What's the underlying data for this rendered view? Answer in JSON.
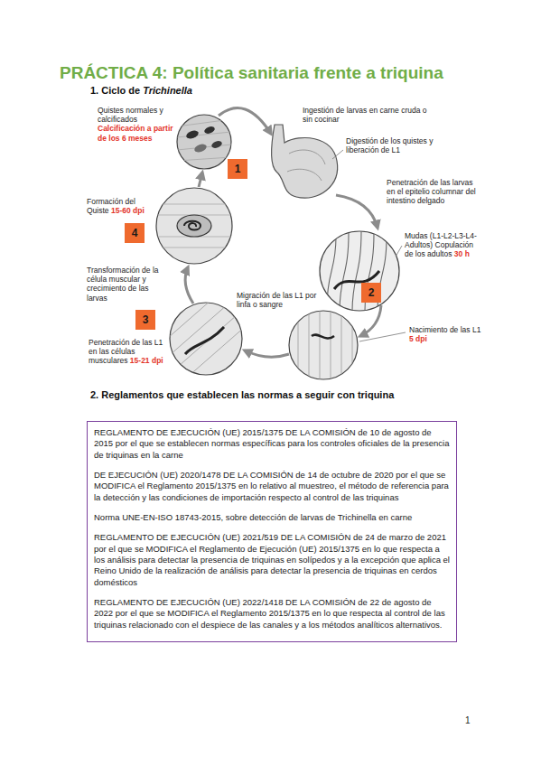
{
  "diagram": {
    "title": "PRÁCTICA 4: Política sanitaria frente a triquina",
    "nodes": [
      {
        "text": [
          "1"
        ]
      },
      {
        "text": [
          "2"
        ]
      },
      {
        "text": [
          "3"
        ]
      },
      {
        "text": [
          "4"
        ]
      },
      {
        "text": [
          "REGLAMENTO DE EJECUCIÓN (UE) 2015/1375 DE LA COMISIÓN de 10 de agosto de 2015 por el que se establecen normas específicas para los controles oficiales de la presencia de triquinas en la carne",
          "DE EJECUCIÓN (UE) 2020/1478 DE LA COMISIÓN de 14 de octubre de 2020 por el que se MODIFICA el Reglamento 2015/1375 en lo relativo al muestreo, el método de referencia para la detección y las condiciones de importación respecto al control de las triquinas",
          "Norma UNE-EN-ISO 18743-2015, sobre detección de larvas de Trichinella en carne",
          "REGLAMENTO DE EJECUCIÓN (UE) 2021/519 DE LA COMISIÓN de 24 de marzo de 2021 por el que se MODIFICA el Reglamento de Ejecución (UE) 2015/1375 en lo que respecta a los análisis para detectar la presencia de triquinas en solípedos y a la excepción que aplica el Reino Unido de la realización de análisis para detectar la presencia de triquinas en cerdos domésticos",
          "REGLAMENTO DE EJECUCIÓN (UE) 2022/1418 DE LA COMISIÓN de 22 de agosto de 2022 por el que se MODIFICA el Reglamento 2015/1375 en lo que respecta al control de las triquinas relacionado con el despiece de las canales y a los métodos analíticos alternativos."
        ]
      }
    ],
    "labels": [
      "1.",
      "Ciclo de",
      "Trichinella",
      "Quistes normales y calcificados",
      "Calcificación a partir de los 6 meses",
      "Ingestión de larvas en carne cruda o sin cocinar",
      "Digestión de los quistes y liberación de L1",
      "Penetración de las larvas en el epitelio columnar del intestino delgado",
      "Mudas (L1-L2-L3-L4-Adultos) Copulación de los adultos",
      "30 h",
      "Nacimiento de las L1",
      "5 dpi",
      "Migración de las L1 por linfa o sangre",
      "Transformación de la célula muscular y crecimiento de las larvas",
      "Penetración de las L1 en las células musculares",
      "15-21 dpi",
      "Formación del Quiste",
      "15-60 dpi",
      "2.",
      "Reglamentos que establecen las normas a seguir con triquina",
      "1"
    ]
  }
}
